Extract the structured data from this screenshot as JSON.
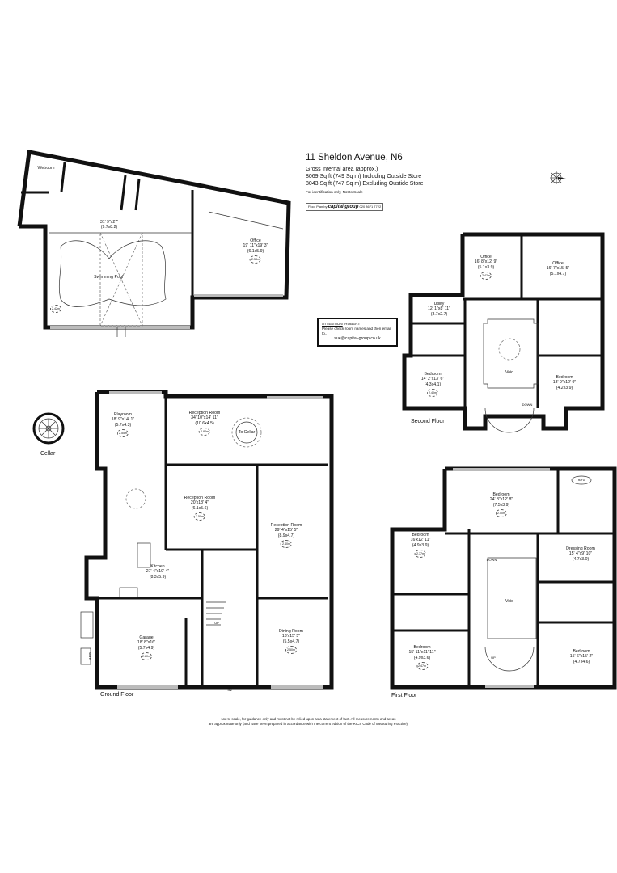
{
  "header": {
    "title": "11 Sheldon Avenue, N6",
    "area_label": "Gross internal area (approx.)",
    "area_including": "8069 Sq ft (749 Sq m) Including Outside Store",
    "area_excluding": "8043 Sq ft (747 Sq m) Excluding Oustide Store",
    "note": "For identification only, Not to Scale",
    "credit_prefix": "Floor Plan by",
    "credit_brand": "capital group",
    "credit_phone": "020 8671 7722"
  },
  "attention": {
    "heading": "ATTENTION",
    "name": "ROBERT",
    "message": "Please check room names and then email to..",
    "email": "sue@capital-group.co.uk"
  },
  "basement": {
    "rooms": [
      {
        "name": "Wetroom"
      },
      {
        "name": "",
        "dims": "31' 9\"x27'",
        "metric": "(9.7x8.2)"
      },
      {
        "name": "Swimming Pool"
      },
      {
        "name": "Office",
        "dims": "19' 11\"x19' 3\"",
        "metric": "(6.1x5.9)",
        "height": "2.58m"
      }
    ],
    "pool_height": "2.42m"
  },
  "cellar": {
    "label": "Cellar"
  },
  "ground_floor": {
    "label": "Ground Floor",
    "rooms": [
      {
        "name": "Playroom",
        "dims": "18' 9\"x14' 1\"",
        "metric": "(5.7x4.3)",
        "height": "2.55m"
      },
      {
        "name": "Reception Room",
        "dims": "34' 10\"x14' 11\"",
        "metric": "(10.6x4.5)",
        "height": "2.82m"
      },
      {
        "name": "Reception Room",
        "dims": "20'x18' 4\"",
        "metric": "(6.1x5.6)",
        "height": "2.50m"
      },
      {
        "name": "Reception Room",
        "dims": "29' 4\"x15' 5\"",
        "metric": "(8.9x4.7)",
        "height": "2.40m"
      },
      {
        "name": "Kitchen",
        "dims": "27' 4\"x19' 4\"",
        "metric": "(8.3x5.9)"
      },
      {
        "name": "Garage",
        "dims": "18' 8\"x16'",
        "metric": "(5.7x4.9)",
        "height": "2.80m"
      },
      {
        "name": "Dining Room",
        "dims": "18'x15' 5\"",
        "metric": "(5.5x4.7)",
        "height": "2.50m"
      }
    ],
    "to_cellar": "To Cellar",
    "outside_store": "Outside Store",
    "store": "Store",
    "up": "UP",
    "in": "IN"
  },
  "second_floor": {
    "label": "Second Floor",
    "rooms": [
      {
        "name": "Office",
        "dims": "16' 8\"x12' 9\"",
        "metric": "(5.1x3.9)",
        "height": "2.42m"
      },
      {
        "name": "Office",
        "dims": "16' 7\"x15' 5\"",
        "metric": "(5.1x4.7)"
      },
      {
        "name": "Utility",
        "dims": "12' 1\"x8' 11\"",
        "metric": "(3.7x2.7)"
      },
      {
        "name": "Bedroom",
        "dims": "14' 2\"x13' 6\"",
        "metric": "(4.3x4.1)",
        "height": "2.40m"
      },
      {
        "name": "Void"
      },
      {
        "name": "Bedroom",
        "dims": "13' 9\"x12' 9\"",
        "metric": "(4.2x3.9)"
      }
    ],
    "down": "DOWN"
  },
  "first_floor": {
    "label": "First Floor",
    "rooms": [
      {
        "name": "Bedroom",
        "dims": "24' 8\"x12' 8\"",
        "metric": "(7.5x3.9)",
        "height": "2.50m"
      },
      {
        "name": "Bedroom",
        "dims": "16'x12' 11\"",
        "metric": "(4.9x3.9)",
        "height": "2.37m"
      },
      {
        "name": "Dressing Room",
        "dims": "15' 4\"x9' 10\"",
        "metric": "(4.7x3.0)"
      },
      {
        "name": "Void"
      },
      {
        "name": "Bedroom",
        "dims": "15' 11\"x11' 11\"",
        "metric": "(4.9x3.6)",
        "height": "2.47m"
      },
      {
        "name": "Bedroom",
        "dims": "15' 6\"x15' 2\"",
        "metric": "(4.7x4.6)"
      }
    ],
    "down": "DOWN",
    "up": "UP",
    "bath": "BATH"
  },
  "footer": {
    "line1": "Not to scale, for guidance only and must not be relied upon as a statement of fact.  All measurements and areas",
    "line2": "are approximate only (and have been prepared in accordance with the current edition of the RICS Code of Measuring Practice)."
  }
}
